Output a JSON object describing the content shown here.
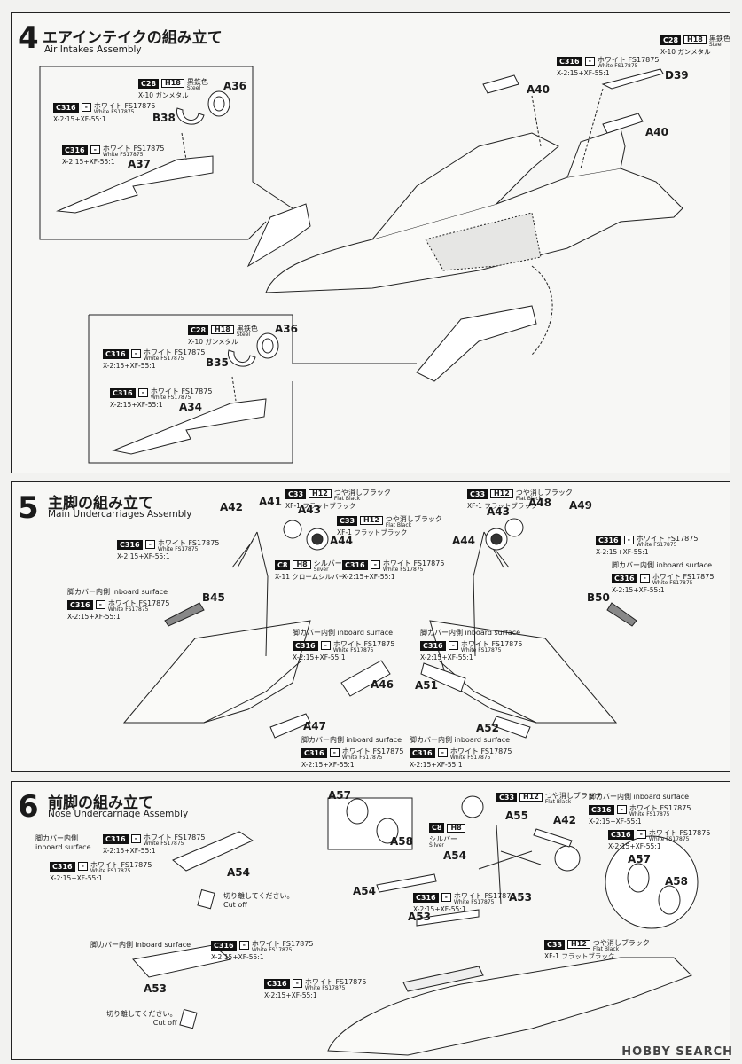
{
  "steps": [
    {
      "num": "4",
      "title": "エアインテイクの組み立て",
      "subtitle": "Air Intakes Assembly"
    },
    {
      "num": "5",
      "title": "主脚の組み立て",
      "subtitle": "Main Undercarriages Assembly"
    },
    {
      "num": "6",
      "title": "前脚の組み立て",
      "subtitle": "Nose Undercarriage Assembly"
    }
  ],
  "parts": {
    "A36a": "A36",
    "B38": "B38",
    "A37": "A37",
    "A40a": "A40",
    "A40b": "A40",
    "D39": "D39",
    "A36b": "A36",
    "B35": "B35",
    "A34": "A34",
    "A42a": "A42",
    "A41": "A41",
    "A43a": "A43",
    "A44a": "A44",
    "B45": "B45",
    "A46": "A46",
    "A47": "A47",
    "A44b": "A44",
    "A43b": "A43",
    "A48": "A48",
    "A49": "A49",
    "B50": "B50",
    "A51": "A51",
    "A52": "A52",
    "A57a": "A57",
    "A58a": "A58",
    "A55": "A55",
    "A42b": "A42",
    "A54a": "A54",
    "A54b": "A54",
    "A54c": "A54",
    "A53a": "A53",
    "A53b": "A53",
    "A53c": "A53",
    "A57b": "A57",
    "A58b": "A58"
  },
  "paints": {
    "steel_code": "C28",
    "steel_h": "H18",
    "steel_jp": "黒鉄色",
    "steel_en": "Steel",
    "steel_x": "X-10 ガンメタル",
    "white_code": "C316",
    "white_h": "-",
    "white_jp": "ホワイト FS17875",
    "white_en": "White FS17875",
    "white_mix": "X-2:15+XF-55:1",
    "black_code": "C33",
    "black_h": "H12",
    "black_jp": "つや消しブラック",
    "black_en": "Flat Black",
    "black_x": "XF-1 フラットブラック",
    "silver_code": "C8",
    "silver_h": "H8",
    "silver_jp": "シルバー",
    "silver_en": "Silver",
    "silver_x": "X-11 クロームシルバー"
  },
  "notes": {
    "inboard_jp": "脚カバー内側",
    "inboard_en": "inboard surface",
    "cutoff_jp": "切り離してください。",
    "cutoff_en": "Cut off"
  },
  "watermark": "HOBBY SEARCH"
}
